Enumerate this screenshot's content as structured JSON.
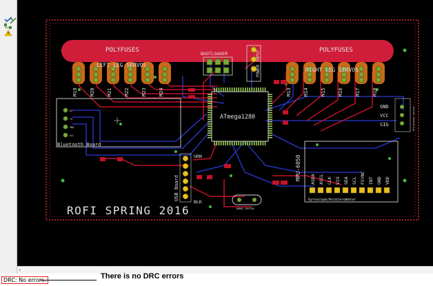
{
  "toolbar": {
    "icons": [
      "drc-check-icon",
      "ratsnest-icon",
      "hierarchy-icon",
      "warning-icon"
    ]
  },
  "board": {
    "title_text": "ROFI SPRING 2016",
    "labels": {
      "polyfuses_left": "POLYFUSES",
      "polyfuses_right": "POLYFUSES",
      "bootloader": "BOOTLOADER",
      "power_input": "POWER INPUT",
      "left_leg_servos": "LEFT LEG SERVOS",
      "right_leg_servos": "RIGHT LEG SERVOS",
      "mcu": "ATmega1280",
      "bluetooth_board": "Bluetooth Board",
      "usb_board": "USB Board",
      "grn": "GRN",
      "blk": "BLK",
      "crystal": "16MHZ CRYSTAL",
      "imu": "MPU-6050",
      "imu_caption": "Gyroscope/Accelerometer",
      "ultrasonic": "Ultrasonic Sensor",
      "gnd": "GND",
      "vcc": "VCC",
      "sig": "SIG"
    },
    "left_servo_refs": [
      "M19",
      "M20",
      "M21",
      "M22",
      "M23",
      "M24"
    ],
    "right_servo_refs": [
      "M13",
      "M14",
      "M15",
      "M16",
      "M17",
      "M18"
    ],
    "imu_pins": [
      "ASDA",
      "ASCL",
      "CLK",
      "VIO",
      "SDA",
      "SCL",
      "FSYNC",
      "INT",
      "GND",
      "VDD"
    ]
  },
  "status": {
    "drc": "DRC: No errors."
  },
  "annotation": {
    "text": "There is no DRC errors"
  },
  "colors": {
    "canvas_bg": "#000000",
    "top_copper": "#c4122a",
    "bottom_copper": "#2a3bd6",
    "pad": "#7aa83a",
    "silk": "#d8d8d8",
    "polyfuse_bar": "#d01e3a",
    "dim": "#ff3b3b"
  }
}
